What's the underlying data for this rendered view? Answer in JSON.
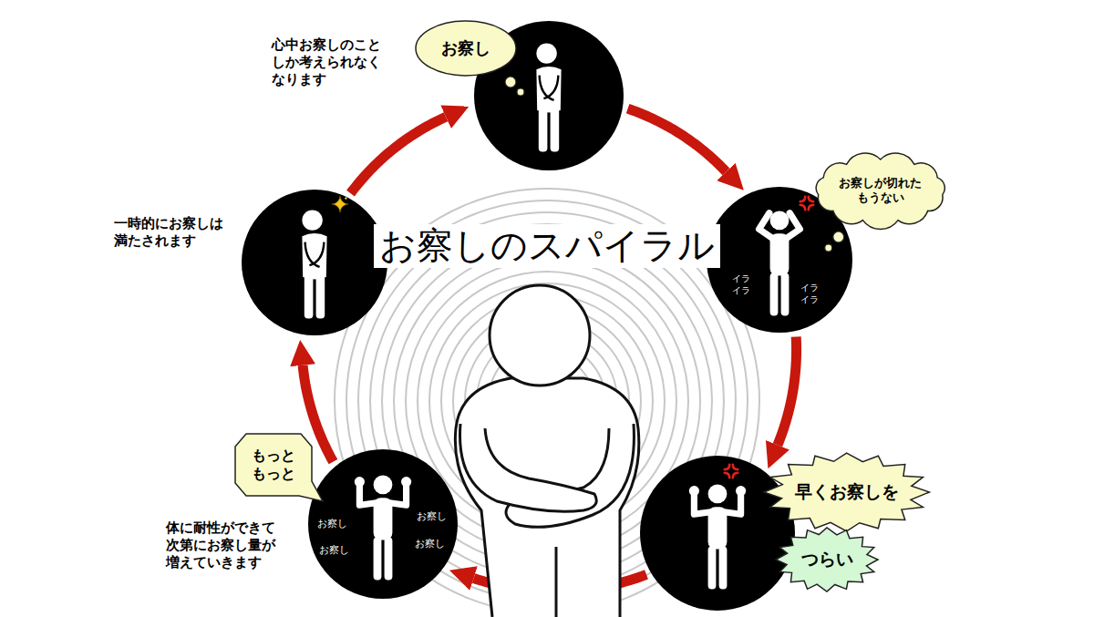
{
  "diagram": {
    "title": "お察しのスパイラル",
    "nodes": [
      {
        "text": [
          "心中お察しのことしか考えられなくなります"
        ]
      },
      {
        "text": [
          "イラ イラ",
          "イラ イラ"
        ]
      },
      {
        "text": []
      },
      {
        "text": [
          "体に耐性ができて次第にお察し量が増えていきます",
          "お察し",
          "お察し",
          "お察し",
          "お察し"
        ]
      },
      {
        "text": [
          "一時的にお察しは満たされます"
        ]
      },
      {
        "text": [
          "お察し"
        ]
      },
      {
        "text": [
          "お察しが切れた もうない"
        ]
      },
      {
        "text": [
          "早くお察しを"
        ]
      },
      {
        "text": [
          "つらい"
        ]
      },
      {
        "text": [
          "もっと もっと"
        ]
      }
    ],
    "edges": [
      {
        "from": 0,
        "to": 1,
        "arrow": "to"
      },
      {
        "from": 1,
        "to": 2,
        "arrow": "to"
      },
      {
        "from": 2,
        "to": 3,
        "arrow": "to"
      },
      {
        "from": 3,
        "to": 4,
        "arrow": "to"
      },
      {
        "from": 4,
        "to": 0,
        "arrow": "to"
      }
    ]
  }
}
